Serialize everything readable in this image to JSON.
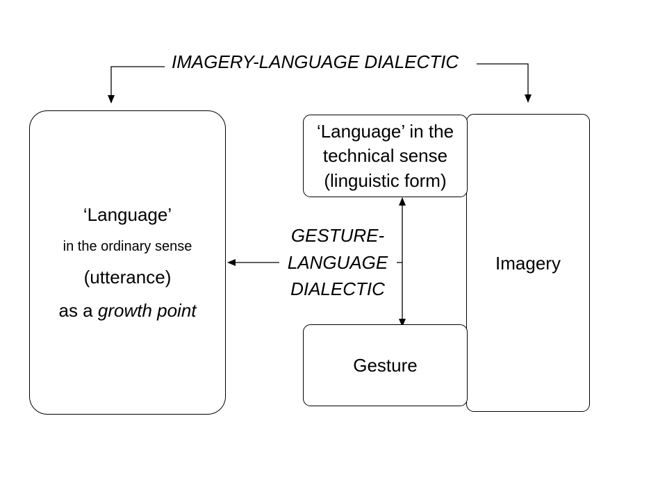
{
  "top_dialectic": {
    "label": "IMAGERY-LANGUAGE DIALECTIC"
  },
  "ordinary_language_box": {
    "line1": "‘Language’",
    "line2": "in the ordinary sense",
    "line3": "(utterance)",
    "line4_prefix": "as a ",
    "line4_emphasis": "growth point"
  },
  "technical_language_box": {
    "line1": "‘Language’ in the",
    "line2": "technical sense",
    "line3": "(linguistic form)"
  },
  "gesture_box": {
    "label": "Gesture"
  },
  "imagery_box": {
    "label": "Imagery"
  },
  "gesture_dialectic": {
    "line1": "GESTURE-",
    "line2": "LANGUAGE",
    "line3": "DIALECTIC"
  }
}
